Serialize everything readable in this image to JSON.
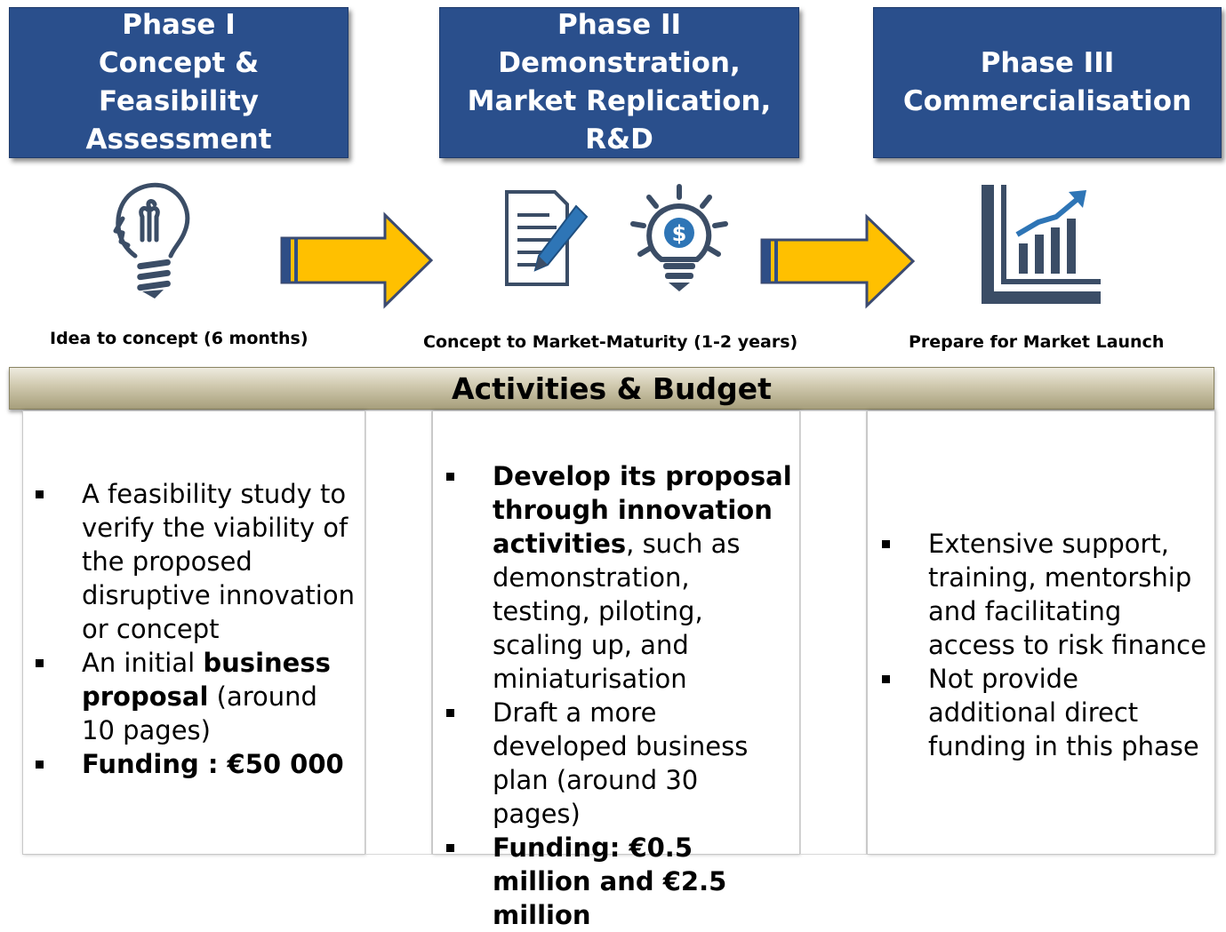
{
  "phases": [
    {
      "lines": [
        "Phase I",
        "Concept &",
        "Feasibility",
        "Assessment"
      ]
    },
    {
      "lines": [
        "Phase II",
        "Demonstration,",
        "Market Replication,",
        "R&D"
      ]
    },
    {
      "lines": [
        "Phase III",
        "Commercialisation"
      ]
    }
  ],
  "captions": {
    "phase1": "Idea to concept (6 months)",
    "phase2": "Concept to Market-Maturity (1-2 years)",
    "phase3": "Prepare for Market Launch"
  },
  "banner": "Activities & Budget",
  "activities": {
    "phase1": {
      "items": [
        {
          "parts": [
            {
              "text": "A feasibility study to verify the viability of the proposed disruptive innovation or concept"
            }
          ]
        },
        {
          "parts": [
            {
              "text": "An initial "
            },
            {
              "text": "business proposal",
              "bold": true
            },
            {
              "text": " (around 10 pages)"
            }
          ]
        },
        {
          "parts": [
            {
              "text": "Funding : €50 000",
              "bold": true
            }
          ]
        }
      ]
    },
    "phase2": {
      "items": [
        {
          "parts": [
            {
              "text": "Develop its proposal through innovation activities",
              "bold": true
            },
            {
              "text": ", such as demonstration, testing, piloting, scaling up, and miniaturisation"
            }
          ]
        },
        {
          "parts": [
            {
              "text": "Draft a more developed business plan (around 30 pages)"
            }
          ]
        },
        {
          "parts": [
            {
              "text": "Funding:  €0.5 million and €2.5 million",
              "bold": true
            }
          ]
        }
      ]
    },
    "phase3": {
      "items": [
        {
          "parts": [
            {
              "text": "Extensive support, training, mentorship and facilitating access to risk finance"
            }
          ]
        },
        {
          "parts": [
            {
              "text": "Not provide additional direct funding in this phase"
            }
          ]
        }
      ]
    }
  },
  "icons": {
    "phase1": [
      "lightbulb-head-icon"
    ],
    "phase2": [
      "document-pen-icon",
      "lightbulb-dollar-icon"
    ],
    "phase3": [
      "growth-chart-icon"
    ],
    "arrows": [
      "right-arrow-icon",
      "right-arrow-icon"
    ]
  },
  "colors": {
    "phase_box": "#2a4f8c",
    "arrow_fill": "#ffc000",
    "icon": "#3b4d66",
    "icon_accent": "#2e75b6"
  }
}
